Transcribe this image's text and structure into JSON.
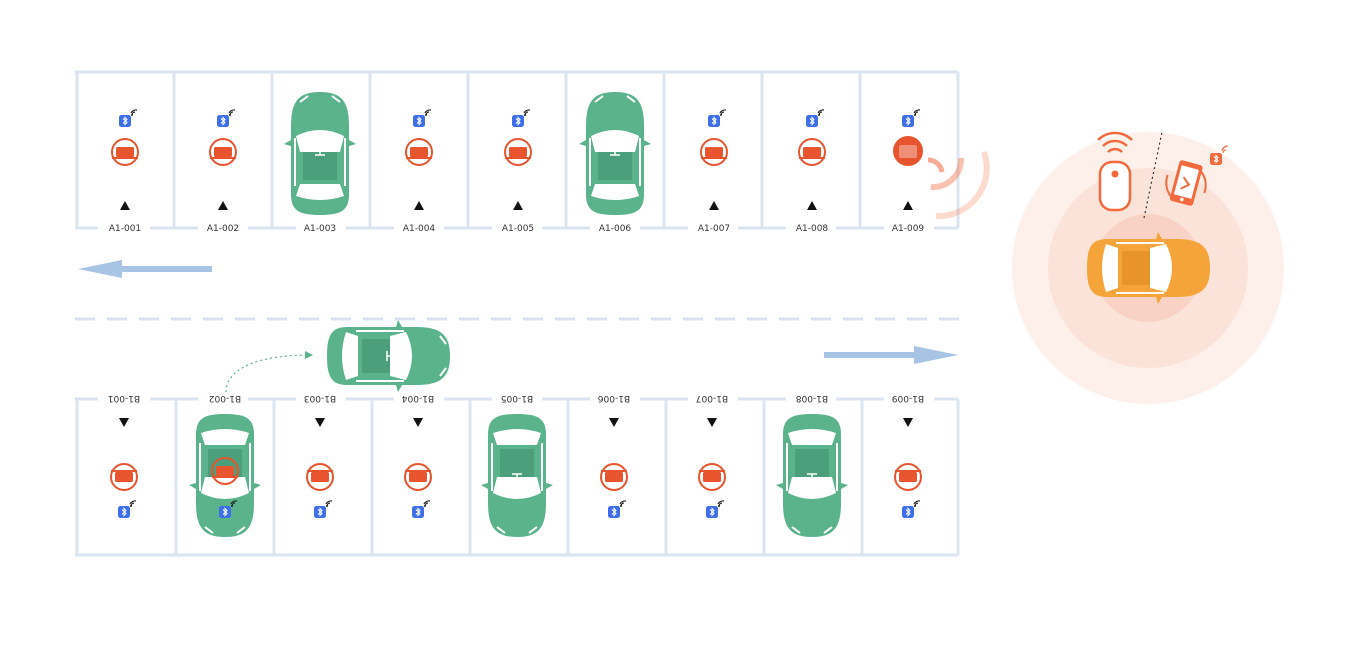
{
  "rows": [
    {
      "id": "A",
      "spots": [
        {
          "label": "A1-001",
          "status": "free",
          "lock": "up"
        },
        {
          "label": "A1-002",
          "status": "free",
          "lock": "up"
        },
        {
          "label": "A1-003",
          "status": "occupied"
        },
        {
          "label": "A1-004",
          "status": "free",
          "lock": "up"
        },
        {
          "label": "A1-005",
          "status": "free",
          "lock": "up"
        },
        {
          "label": "A1-006",
          "status": "occupied"
        },
        {
          "label": "A1-007",
          "status": "free",
          "lock": "up"
        },
        {
          "label": "A1-008",
          "status": "free",
          "lock": "up"
        },
        {
          "label": "A1-009",
          "status": "free",
          "lock": "lowering"
        }
      ]
    },
    {
      "id": "B",
      "spots": [
        {
          "label": "B1-001",
          "status": "free",
          "lock": "up"
        },
        {
          "label": "B1-002",
          "status": "occupied"
        },
        {
          "label": "B1-003",
          "status": "free",
          "lock": "up"
        },
        {
          "label": "B1-004",
          "status": "free",
          "lock": "up"
        },
        {
          "label": "B1-005",
          "status": "occupied"
        },
        {
          "label": "B1-006",
          "status": "free",
          "lock": "up"
        },
        {
          "label": "B1-007",
          "status": "free",
          "lock": "up"
        },
        {
          "label": "B1-008",
          "status": "occupied"
        },
        {
          "label": "B1-009",
          "status": "free",
          "lock": "up"
        }
      ]
    }
  ],
  "lanes": [
    {
      "id": "upper-lane",
      "direction": "left"
    },
    {
      "id": "lower-lane",
      "direction": "right"
    }
  ],
  "moving_car": {
    "from_spot": "B1-002",
    "color": "#5bb38c"
  },
  "controller": {
    "car_color": "#f5a43a",
    "devices": [
      "remote-key-icon",
      "smartphone-icon",
      "bluetooth-icon",
      "wifi-signal-icon"
    ]
  },
  "colors": {
    "line": "#dbe5f1",
    "car": "#5bb38c",
    "lock": "#e8542e",
    "bluetooth": "#3f6fe8",
    "arrow": "#a7c4e4",
    "halo": "#fbe3da",
    "accent": "#f26a3d"
  }
}
